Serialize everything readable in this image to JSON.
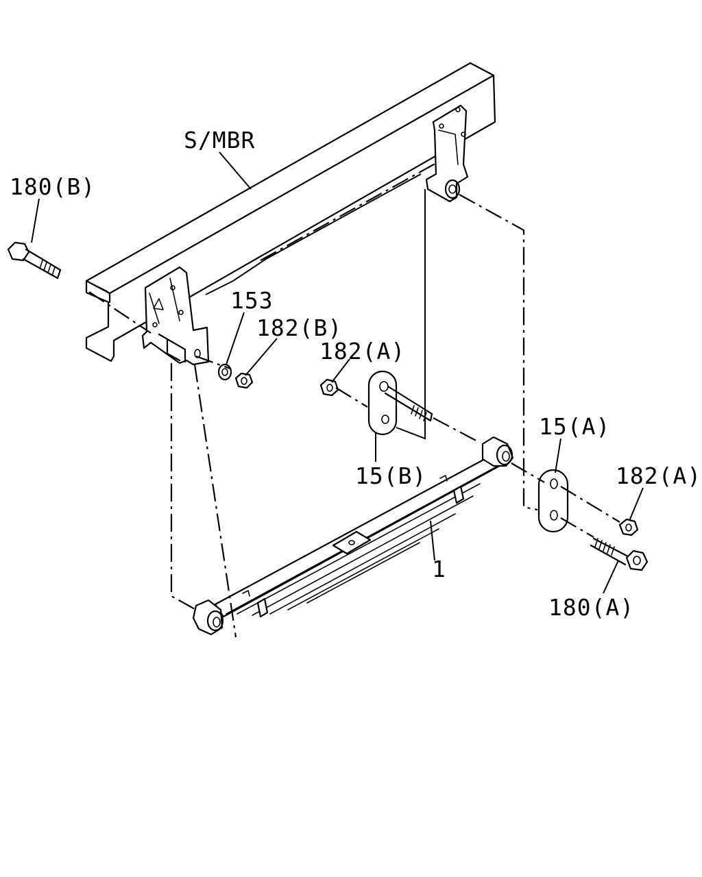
{
  "labels": {
    "frame_member": "S/MBR",
    "bolt_rear": "180(B)",
    "washer": "153",
    "nut_rear": "182(B)",
    "nut_front_inner": "182(A)",
    "shackle_inner": "15(B)",
    "shackle_outer": "15(A)",
    "nut_front_outer": "182(A)",
    "leaf_spring": "1",
    "bolt_front": "180(A)"
  }
}
